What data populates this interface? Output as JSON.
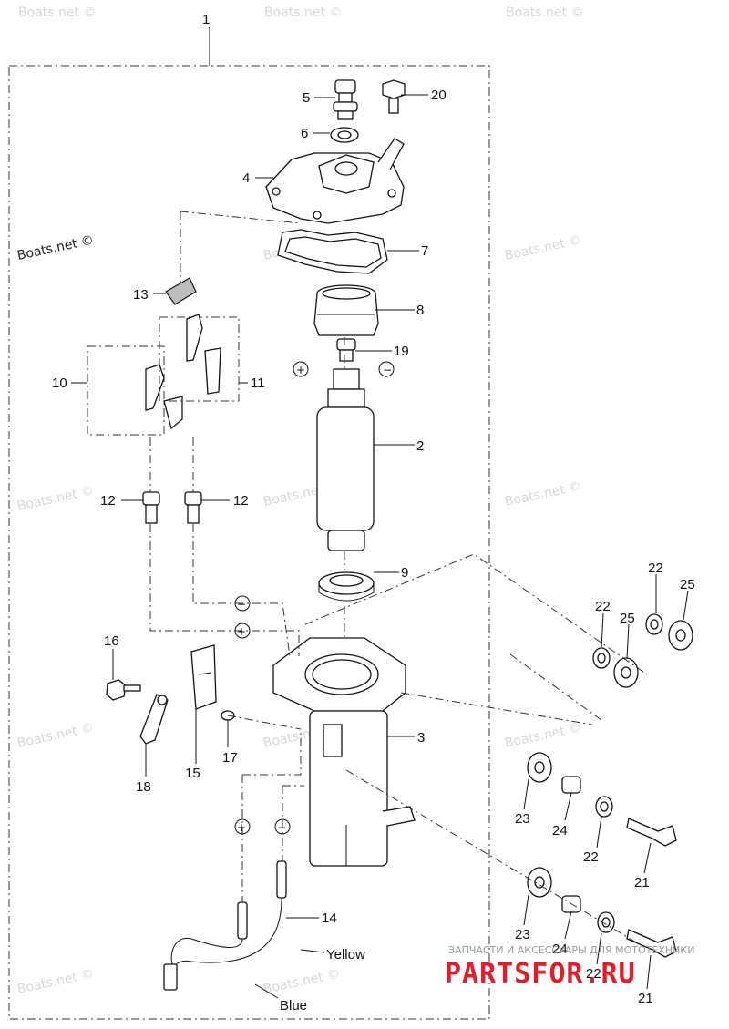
{
  "labels": {
    "p1": "1",
    "p2": "2",
    "p3": "3",
    "p4": "4",
    "p5": "5",
    "p6": "6",
    "p7": "7",
    "p8": "8",
    "p9": "9",
    "p10": "10",
    "p11": "11",
    "p12a": "12",
    "p12b": "12",
    "p13": "13",
    "p14": "14",
    "p15": "15",
    "p16": "16",
    "p17": "17",
    "p18": "18",
    "p19": "19",
    "p20": "20",
    "p21a": "21",
    "p21b": "21",
    "p22a": "22",
    "p22b": "22",
    "p22c": "22",
    "p22d": "22",
    "p23a": "23",
    "p23b": "23",
    "p24a": "24",
    "p24b": "24",
    "p25a": "25",
    "p25b": "25"
  },
  "wires": {
    "yellow": "Yellow",
    "blue": "Blue"
  },
  "polarity": {
    "plus": "+",
    "minus": "−"
  },
  "watermark": "Boats.net ©",
  "banner": {
    "tagline": "ЗАПЧАСТИ И АКСЕССУАРЫ ДЛЯ МОТОТЕХНИКИ",
    "logo": "PARTSFOR.RU"
  },
  "colors": {
    "banner_red": "#e11d2a",
    "line": "#111111",
    "watermark": "#d8d8d8"
  }
}
